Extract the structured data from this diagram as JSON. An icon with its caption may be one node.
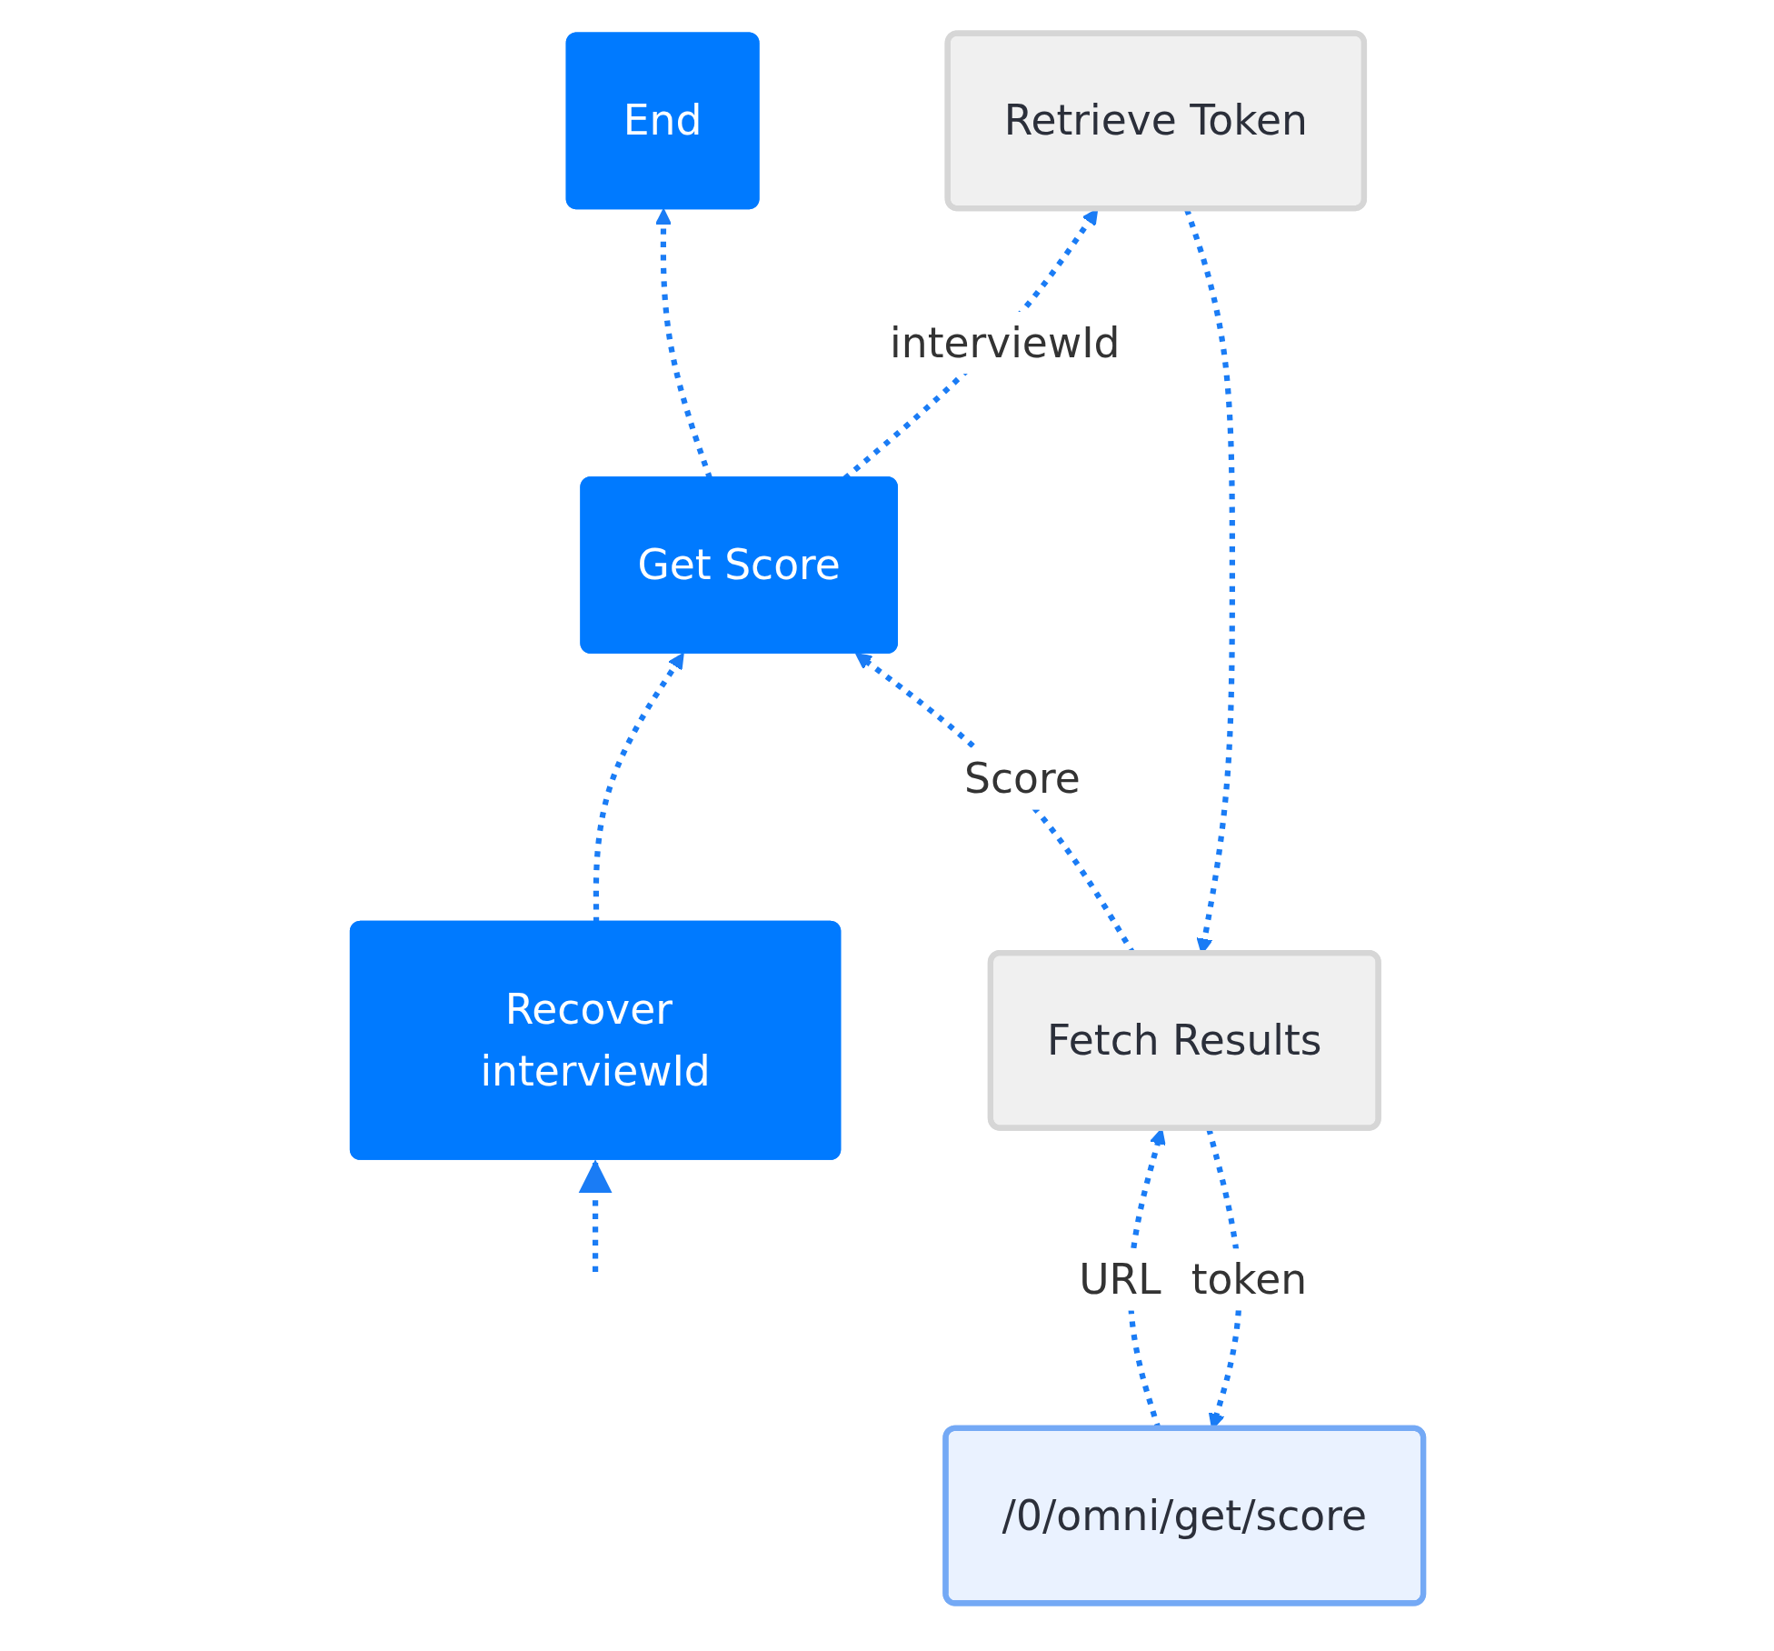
{
  "diagram": {
    "nodes": [
      {
        "text": [
          "/0/omni/get/score"
        ]
      },
      {
        "text": [
          "Retrieve Token"
        ]
      },
      {
        "text": [
          "Fetch Results"
        ]
      },
      {
        "text": [
          "Recover interviewId"
        ]
      },
      {
        "text": [
          "Get Score"
        ]
      },
      {
        "text": [
          "End"
        ]
      }
    ],
    "edges": [
      {
        "from": null,
        "to": 3,
        "arrow": "to",
        "style": "dashed"
      },
      {
        "from": 3,
        "to": 4,
        "arrow": "to",
        "style": "dashed"
      },
      {
        "from": 4,
        "to": 5,
        "arrow": "to",
        "style": "dashed"
      },
      {
        "from": 4,
        "to": 1,
        "label": "interviewId",
        "arrow": "to",
        "style": "dashed"
      },
      {
        "from": 1,
        "to": 2,
        "arrow": "to",
        "style": "dashed"
      },
      {
        "from": 2,
        "to": 0,
        "label": "token",
        "arrow": "to",
        "style": "dashed"
      },
      {
        "from": 0,
        "to": 2,
        "label": "URL",
        "arrow": "to",
        "style": "dashed"
      },
      {
        "from": 2,
        "to": 4,
        "label": "Score",
        "arrow": "to",
        "style": "dashed"
      }
    ]
  }
}
